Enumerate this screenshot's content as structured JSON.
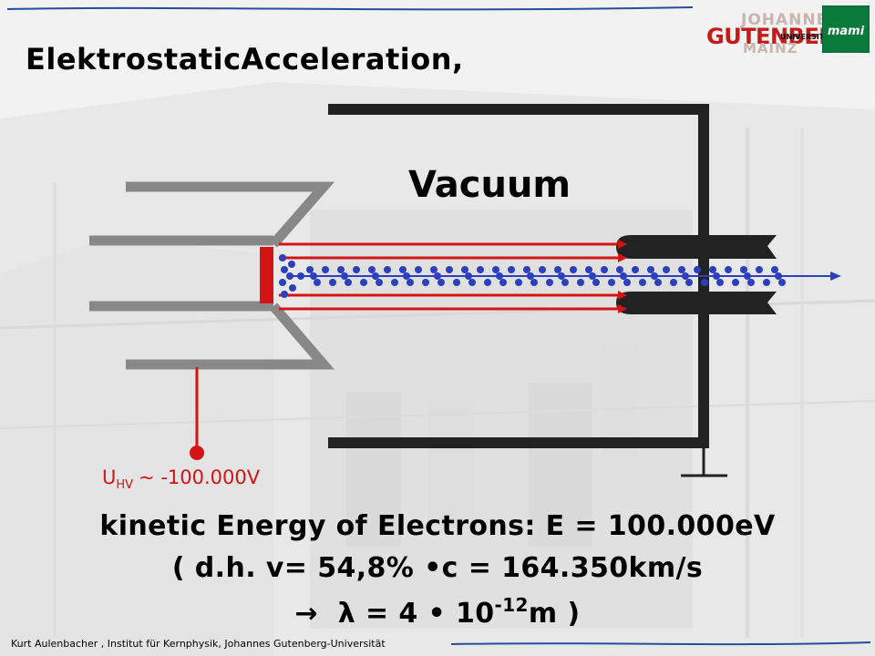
{
  "slide": {
    "title": "ElektrostaticAcceleration,",
    "vacuum_label": "Vacuum",
    "voltage": {
      "symbol": "U",
      "subscript": "HV",
      "value": "~ -100.000V"
    },
    "energy_line": "kinetic Energy of  Electrons: E = 100.000eV",
    "velocity_line": "( d.h. v= 54,8% •c = 164.350km/s",
    "wavelength_line": {
      "arrow": "→",
      "lambda": "λ",
      "equals": "= 4 • 10",
      "exponent": "-12",
      "unit": "m )"
    },
    "footer": "Kurt Aulenbacher , Institut für Kernphysik, Johannes Gutenberg-Universität"
  },
  "logos": {
    "university": {
      "line1": "JOHANNES",
      "line2": "GUTENBERG",
      "line3": "UNIVERSITÄT",
      "line4": "MAINZ"
    },
    "institute": "mami"
  },
  "colors": {
    "accent_red": "#d41414",
    "frame_blue": "#2a4c9c",
    "electron_blue": "#2b3fbf",
    "plate_dark": "#222222",
    "logo_green": "#0a7a3a"
  }
}
